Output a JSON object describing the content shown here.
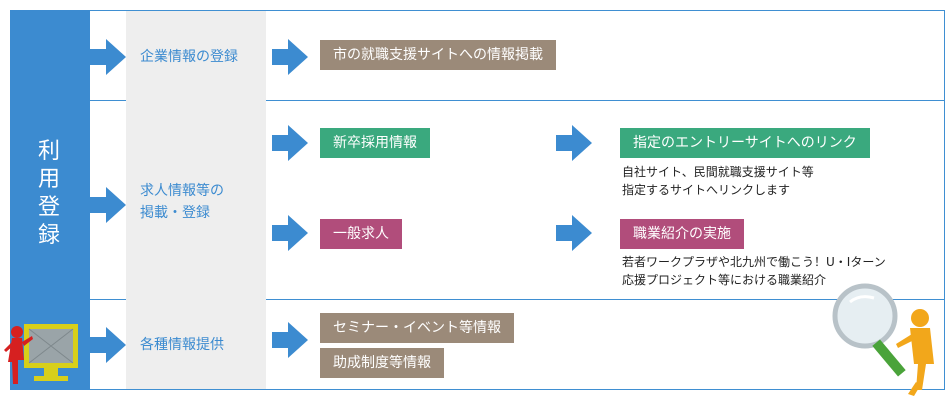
{
  "side_title": [
    "利",
    "用",
    "登",
    "録"
  ],
  "sections": [
    {
      "category": "企業情報の登録",
      "items": [
        {
          "label": "市の就職支援サイトへの情報掲載",
          "color": "#9b8a79"
        }
      ]
    },
    {
      "category_lines": [
        "求人情報等の",
        "掲載・登録"
      ],
      "items": [
        {
          "label": "新卒採用情報",
          "color": "#3aa97e",
          "result": {
            "label": "指定のエントリーサイトへのリンク",
            "color": "#3aa97e",
            "description": [
              "自社サイト、民間就職支援サイト等",
              "指定するサイトへリンクします"
            ]
          }
        },
        {
          "label": "一般求人",
          "color": "#b14d7b",
          "result": {
            "label": "職業紹介の実施",
            "color": "#b14d7b",
            "description": [
              "若者ワークプラザや北九州で働こう！U・Iターン",
              "応援プロジェクト等における職業紹介"
            ]
          }
        }
      ]
    },
    {
      "category": "各種情報提供",
      "items": [
        {
          "label": "セミナー・イベント等情報",
          "color": "#9b8a79"
        },
        {
          "label": "助成制度等情報",
          "color": "#9b8a79"
        }
      ]
    }
  ],
  "colors": {
    "frame": "#3f8fd2",
    "arrow": "#3c8bd0",
    "grey_column": "#eeeeee"
  },
  "illustrations": [
    "person-at-monitor-icon",
    "person-with-magnifier-icon"
  ]
}
